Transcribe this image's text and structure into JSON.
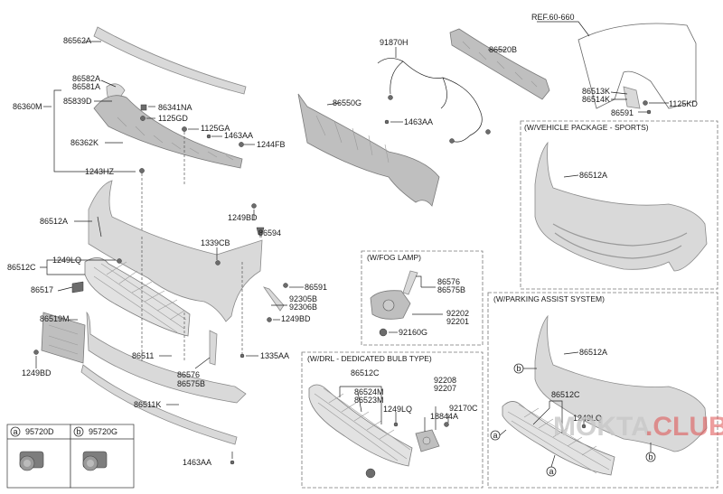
{
  "labels": {
    "p86562A": "86562A",
    "p86582A": "86582A",
    "p86581A": "86581A",
    "p85839D": "85839D",
    "p86360M": "86360M",
    "p86341NA": "86341NA",
    "p1125GD": "1125GD",
    "p1125GA": "1125GA",
    "p1463AA_top": "1463AA",
    "p86362K": "86362K",
    "p1244FB": "1244FB",
    "p1243HZ": "1243HZ",
    "p91870H": "91870H",
    "p86550G": "86550G",
    "p1463AA_mid": "1463AA",
    "p86520B": "86520B",
    "pREF": "REF.60-660",
    "p86513K": "86513K",
    "p86514K": "86514K",
    "p1125KD": "1125KD",
    "p86591_top": "86591",
    "p86512A_main": "86512A",
    "p1249BD_a": "1249BD",
    "p86594": "86594",
    "p1339CB": "1339CB",
    "p86512C_main": "86512C",
    "p1249LQ_main": "1249LQ",
    "p86517": "86517",
    "p86591_main": "86591",
    "p92305B": "92305B",
    "p92306B": "92306B",
    "p1249BD_b": "1249BD",
    "p86519M": "86519M",
    "p1249BD_c": "1249BD",
    "p86511": "86511",
    "p1335AA": "1335AA",
    "p86576_main": "86576",
    "p86575B_main": "86575B",
    "p86511K": "86511K",
    "p1463AA_bot": "1463AA",
    "p86576_fog": "86576",
    "p86575B_fog": "86575B",
    "p92202": "92202",
    "p92201": "92201",
    "p92160G": "92160G",
    "p86512C_drl": "86512C",
    "p86524M": "86524M",
    "p86523M": "86523M",
    "p1249LQ_drl": "1249LQ",
    "p92208": "92208",
    "p92207": "92207",
    "p92170C": "92170C",
    "p18844A": "18844A",
    "p86512A_sports": "86512A",
    "p86512A_pas": "86512A",
    "p86512C_pas": "86512C",
    "p1249LQ_pas": "1249LQ",
    "p95720D": "95720D",
    "p95720G": "95720G"
  },
  "boxes": {
    "fog": "(W/FOG LAMP)",
    "drl": "(W/DRL - DEDICATED BULB TYPE)",
    "sports": "(W/VEHICLE PACKAGE - SPORTS)",
    "pas": "(W/PARKING ASSIST SYSTEM)"
  },
  "callouts": {
    "a": "a",
    "b": "b"
  },
  "watermark": {
    "part1": "MOKTA",
    "part2": ".CLUB"
  }
}
